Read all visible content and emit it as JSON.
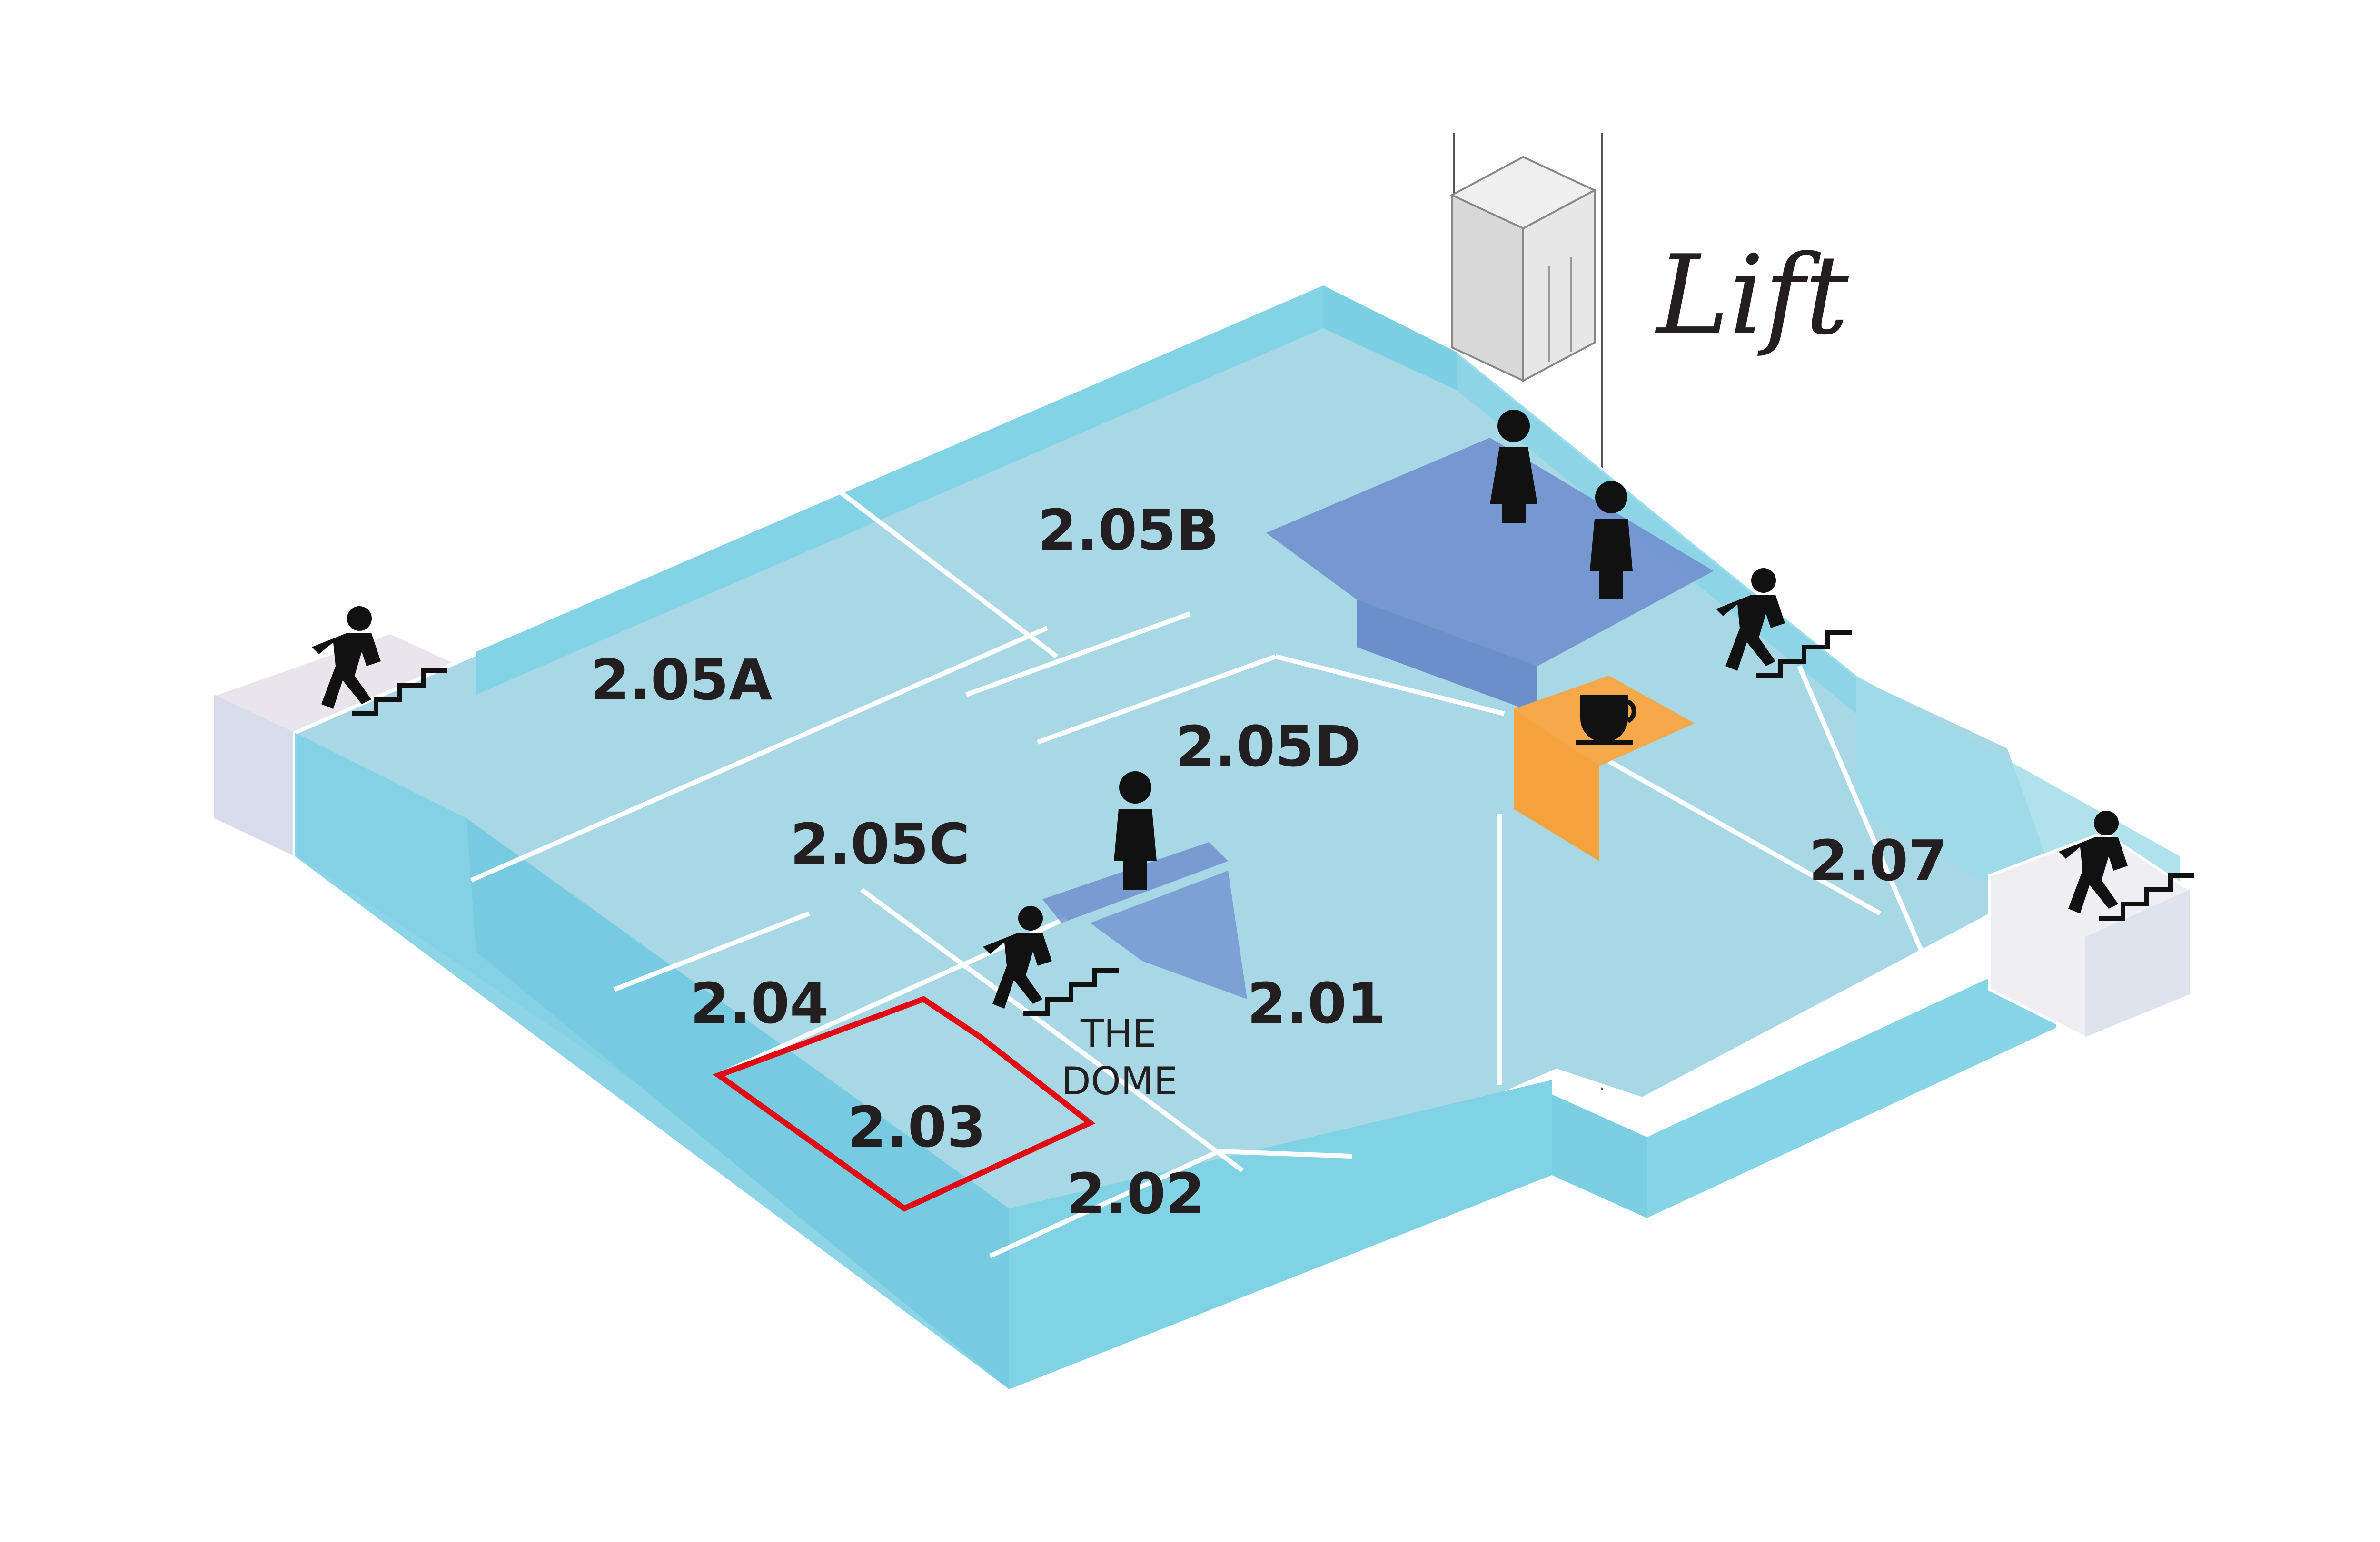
{
  "lift": {
    "label": "Lift"
  },
  "rooms": {
    "r205a": "2.05A",
    "r205b": "2.05B",
    "r205c": "2.05C",
    "r205d": "2.05D",
    "r204": "2.04",
    "r203": "2.03",
    "r202": "2.02",
    "r201": "2.01",
    "r207": "2.07",
    "dome_line1": "THE",
    "dome_line2": "DOME"
  },
  "highlight": {
    "room": "2.03",
    "color": "#e30613"
  },
  "colors": {
    "wall": "#7fcfe3",
    "floor": "#a9d6e3",
    "toilets": "#6f8fce",
    "kitchen": "#f7a84a",
    "stair_floor": "#e6e3e8"
  },
  "icons": [
    "stairs-icon",
    "female-toilet-icon",
    "male-toilet-icon",
    "accessible-person-icon",
    "coffee-cup-icon",
    "lift-car-icon"
  ]
}
